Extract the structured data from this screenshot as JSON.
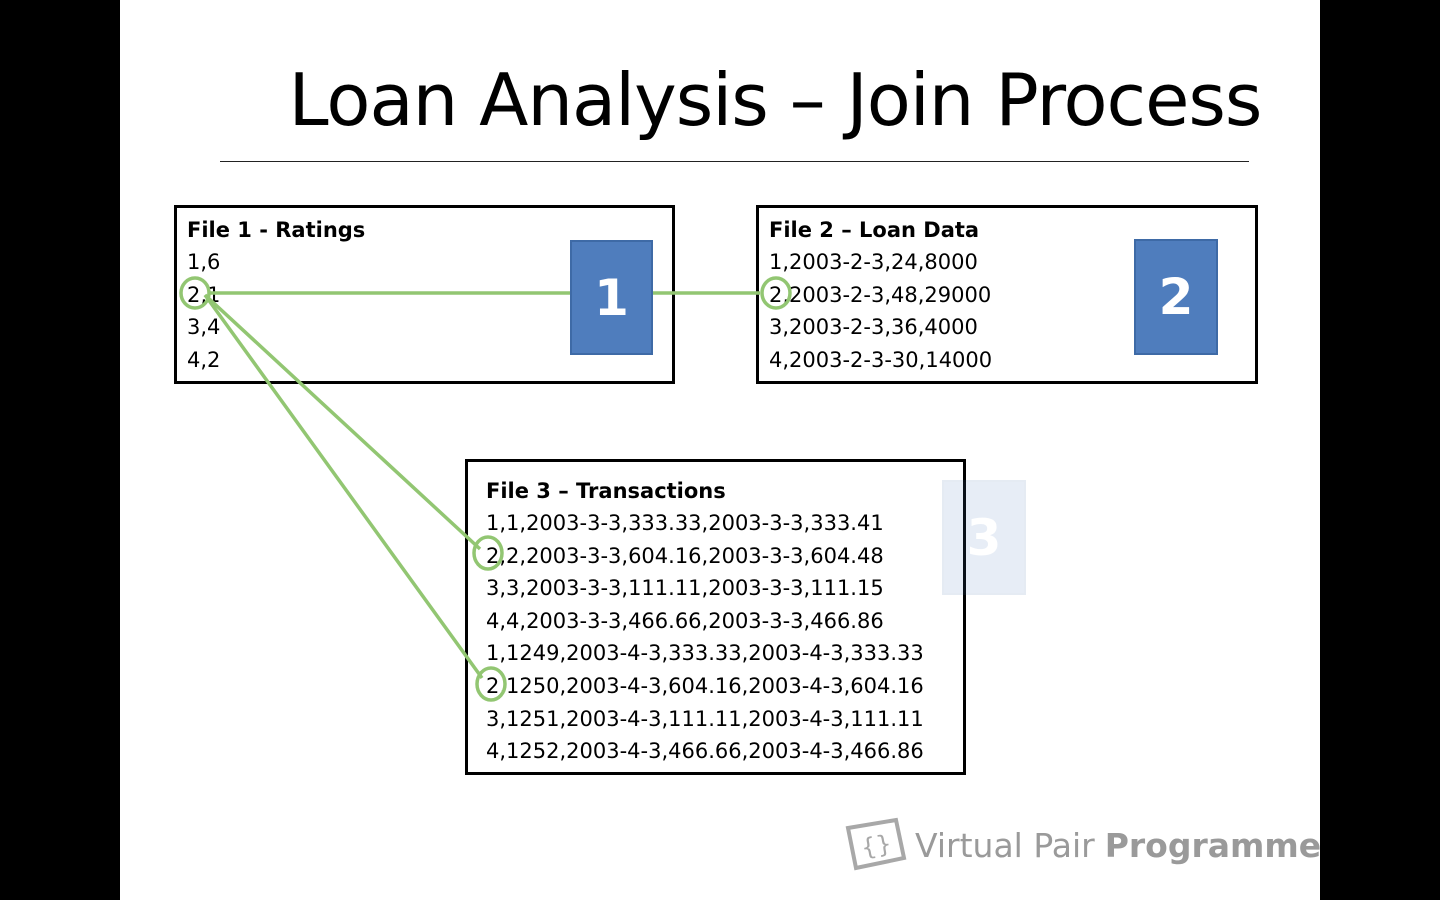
{
  "slide": {
    "title": "Loan Analysis – Join Process"
  },
  "files": [
    {
      "title": "File 1 - Ratings",
      "lines": [
        "1,6",
        "2,1",
        "3,4",
        "4,2"
      ],
      "badge": "1"
    },
    {
      "title": "File 2 – Loan Data",
      "lines": [
        "1,2003-2-3,24,8000",
        "2,2003-2-3,48,29000",
        "3,2003-2-3,36,4000",
        "4,2003-2-3-30,14000"
      ],
      "badge": "2"
    },
    {
      "title": "File 3 – Transactions",
      "lines": [
        "1,1,2003-3-3,333.33,2003-3-3,333.41",
        "2,2,2003-3-3,604.16,2003-3-3,604.48",
        "3,3,2003-3-3,111.11,2003-3-3,111.15",
        "4,4,2003-3-3,466.66,2003-3-3,466.86",
        "1,1249,2003-4-3,333.33,2003-4-3,333.33",
        "2,1250,2003-4-3,604.16,2003-4-3,604.16",
        "3,1251,2003-4-3,111.11,2003-4-3,111.11",
        "4,1252,2003-4-3,466.66,2003-4-3,466.86"
      ],
      "badge": "3"
    }
  ],
  "logo": {
    "text_light": "Virtual Pair",
    "text_bold": "Programmers"
  },
  "colors": {
    "connector": "#92c672",
    "badge": "#4f7dbd"
  }
}
